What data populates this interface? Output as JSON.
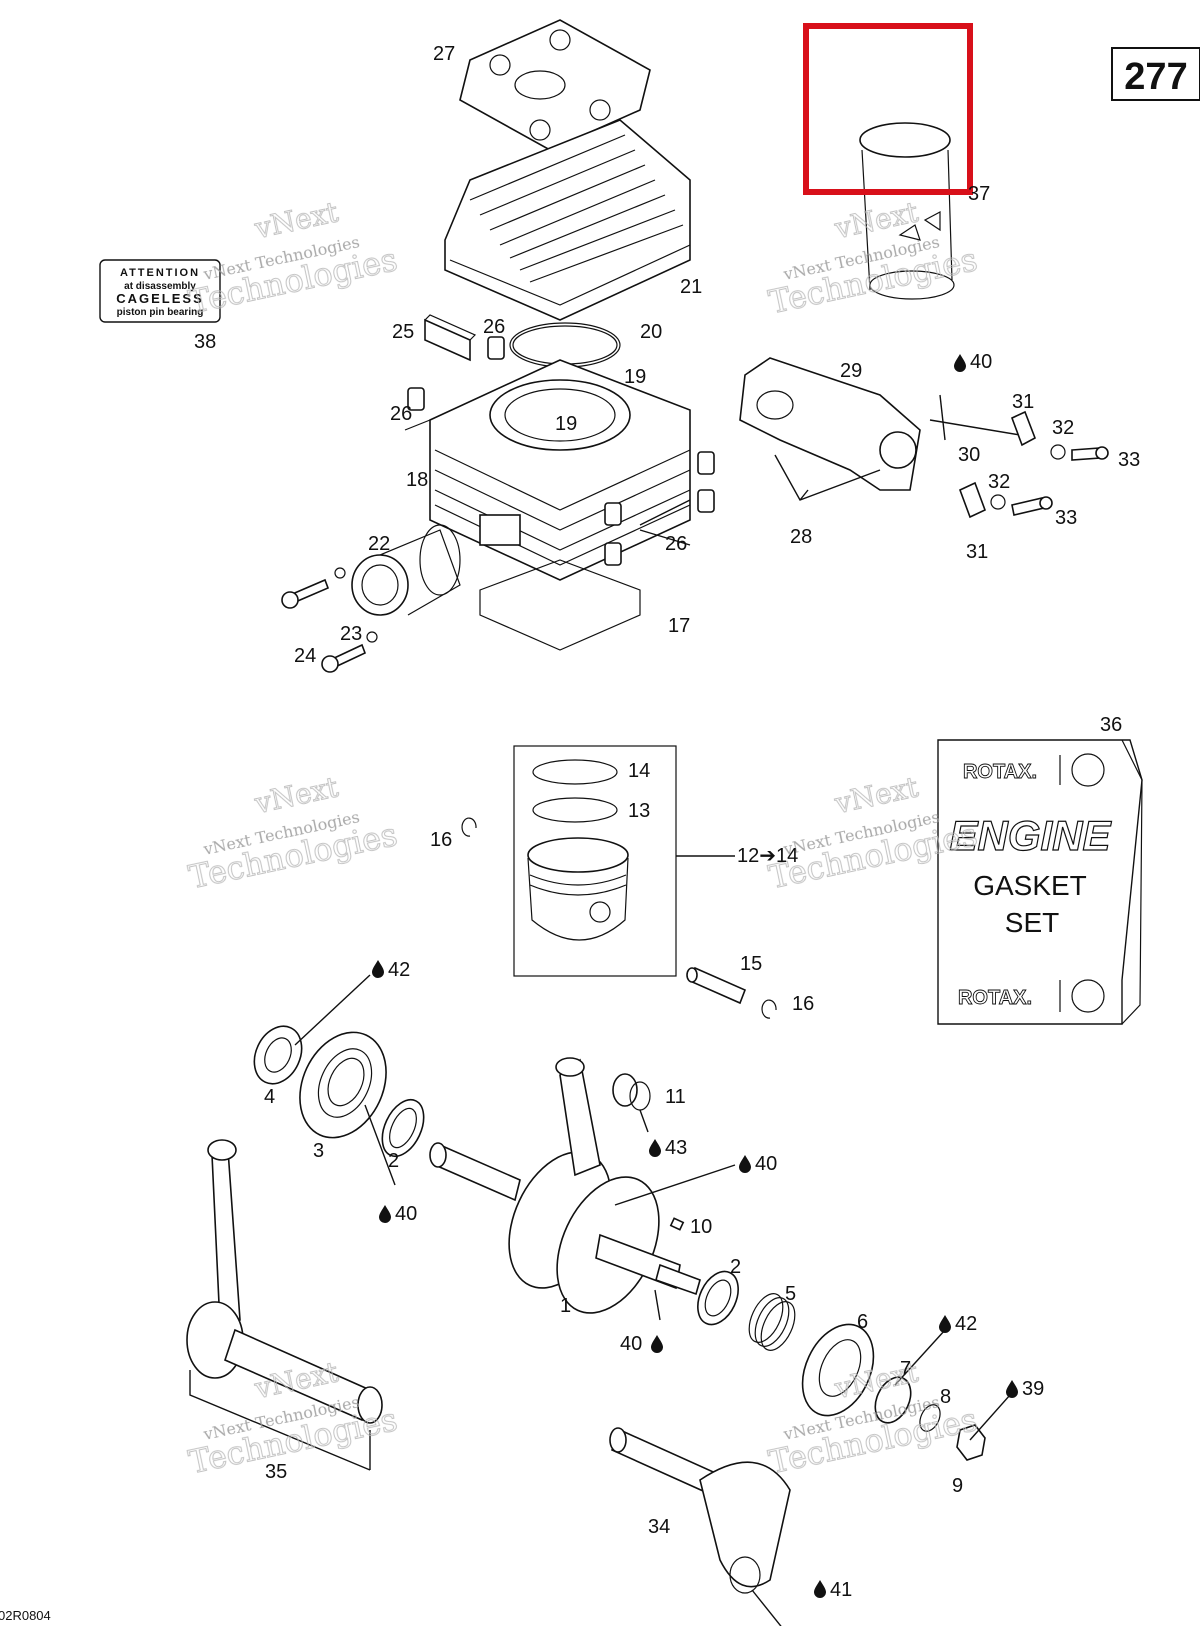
{
  "page_number": "277",
  "drawing_code": "02R0804",
  "highlight_color": "#d8101a",
  "watermark": {
    "line1": "vNext",
    "line2": "vNext Technologies",
    "line3": "Technologies"
  },
  "attention_label": {
    "line1": "ATTENTION",
    "line2": "at disassembly",
    "line3": "CAGELESS",
    "line4": "piston pin bearing"
  },
  "gasket_box": {
    "brand_top": "ROTAX.",
    "word1": "ENGINE",
    "word2": "GASKET",
    "word3": "SET",
    "brand_bottom": "ROTAX."
  },
  "range_label": "12➔14",
  "parts": {
    "p1": "1",
    "p2a": "2",
    "p2b": "2",
    "p3": "3",
    "p4": "4",
    "p5": "5",
    "p6": "6",
    "p7": "7",
    "p8": "8",
    "p9": "9",
    "p10": "10",
    "p11": "11",
    "p13": "13",
    "p14": "14",
    "p15": "15",
    "p16a": "16",
    "p16b": "16",
    "p17": "17",
    "p18": "18",
    "p19a": "19",
    "p19b": "19",
    "p20": "20",
    "p21": "21",
    "p22": "22",
    "p23": "23",
    "p24": "24",
    "p25": "25",
    "p26a": "26",
    "p26b": "26",
    "p26c": "26",
    "p27": "27",
    "p28": "28",
    "p29": "29",
    "p30": "30",
    "p31a": "31",
    "p31b": "31",
    "p32a": "32",
    "p32b": "32",
    "p33a": "33",
    "p33b": "33",
    "p34": "34",
    "p35": "35",
    "p36": "36",
    "p37": "37",
    "p38": "38",
    "p39": "39",
    "p40a": "40",
    "p40b": "40",
    "p40c": "40",
    "p40d": "40",
    "p41": "41",
    "p42a": "42",
    "p42b": "42",
    "p43": "43"
  }
}
